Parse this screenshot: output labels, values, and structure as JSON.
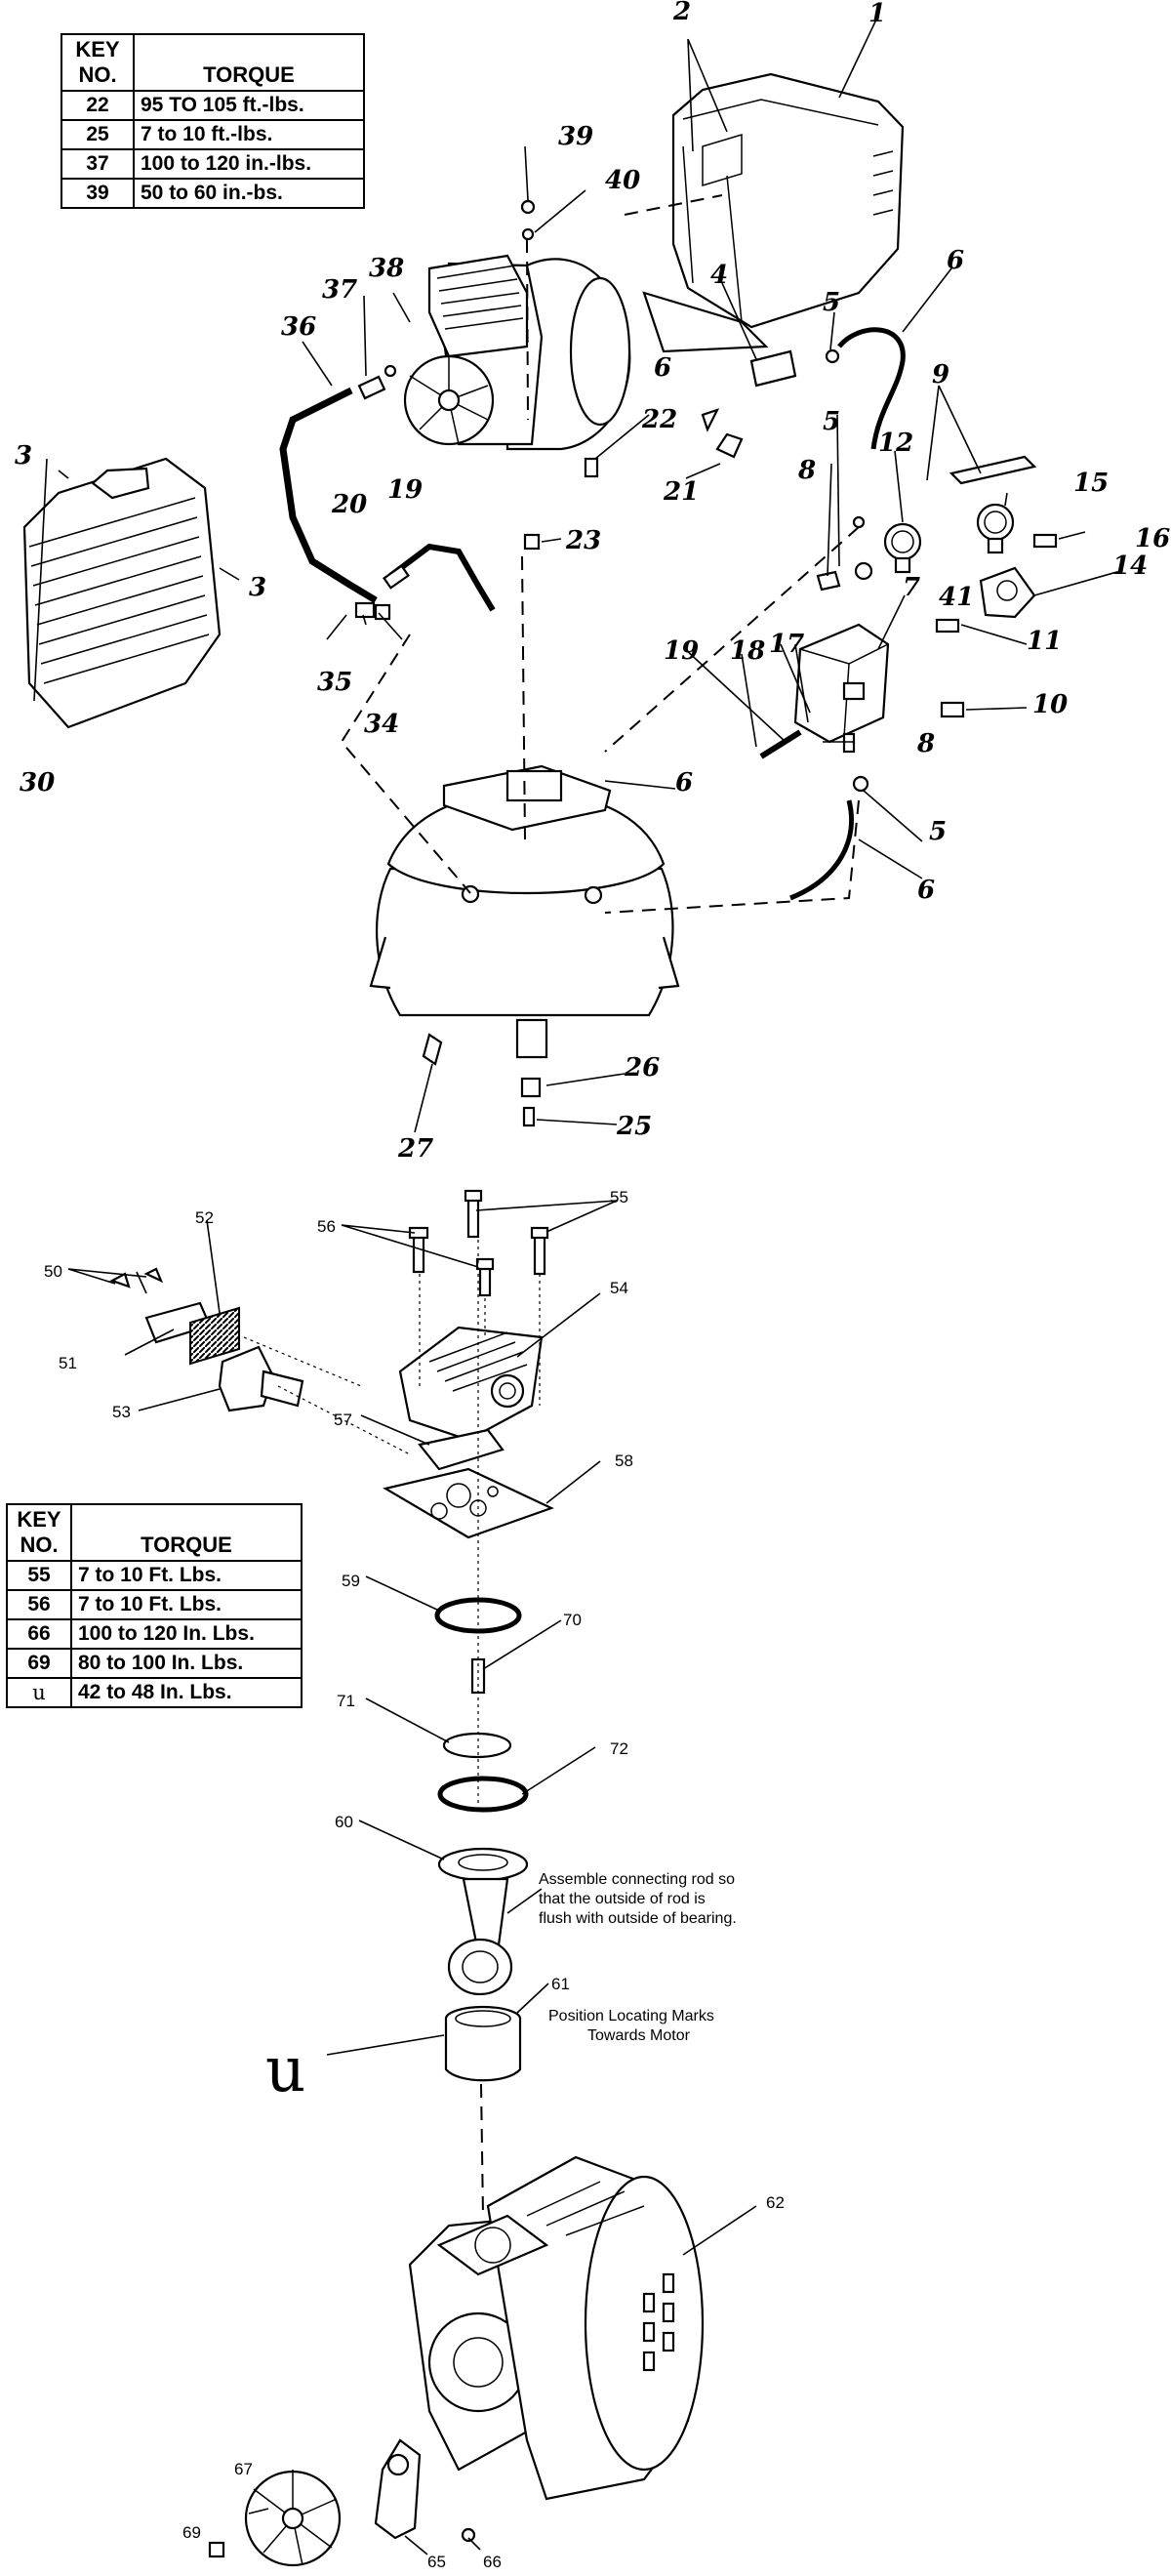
{
  "torque_table_top": {
    "headers": [
      "KEY NO.",
      "TORQUE"
    ],
    "rows": [
      {
        "key": "22",
        "torque": "95 TO 105 ft.-lbs."
      },
      {
        "key": "25",
        "torque": "7 to 10 ft.-lbs."
      },
      {
        "key": "37",
        "torque": "100 to 120 in.-lbs."
      },
      {
        "key": "39",
        "torque": "50 to 60 in.-bs."
      }
    ]
  },
  "torque_table_pump": {
    "headers": [
      "KEY NO.",
      "TORQUE"
    ],
    "rows": [
      {
        "key": "55",
        "torque": "7 to 10 Ft. Lbs."
      },
      {
        "key": "56",
        "torque": "7 to 10 Ft. Lbs."
      },
      {
        "key": "66",
        "torque": "100 to 120 In. Lbs."
      },
      {
        "key": "69",
        "torque": "80 to 100 In. Lbs."
      },
      {
        "key": "u",
        "torque": "42 to 48 In. Lbs."
      }
    ]
  },
  "notes": {
    "connecting_rod": [
      "Assemble connecting rod so",
      "that the outside of rod is",
      "flush with outside of bearing."
    ],
    "locating_marks": [
      "Position Locating Marks",
      "Towards Motor"
    ]
  },
  "labels_top": [
    "1",
    "2",
    "3",
    "3",
    "4",
    "5",
    "5",
    "5",
    "6",
    "6",
    "6",
    "6",
    "7",
    "8",
    "8",
    "9",
    "10",
    "11",
    "12",
    "14",
    "15",
    "16",
    "17",
    "18",
    "19",
    "19",
    "20",
    "21",
    "22",
    "23",
    "25",
    "26",
    "27",
    "30",
    "34",
    "35",
    "36",
    "37",
    "38",
    "39",
    "40",
    "41"
  ],
  "labels_pump": [
    "50",
    "51",
    "52",
    "53",
    "54",
    "55",
    "56",
    "57",
    "58",
    "59",
    "60",
    "61",
    "62",
    "65",
    "66",
    "67",
    "69",
    "70",
    "71",
    "72",
    "u"
  ]
}
